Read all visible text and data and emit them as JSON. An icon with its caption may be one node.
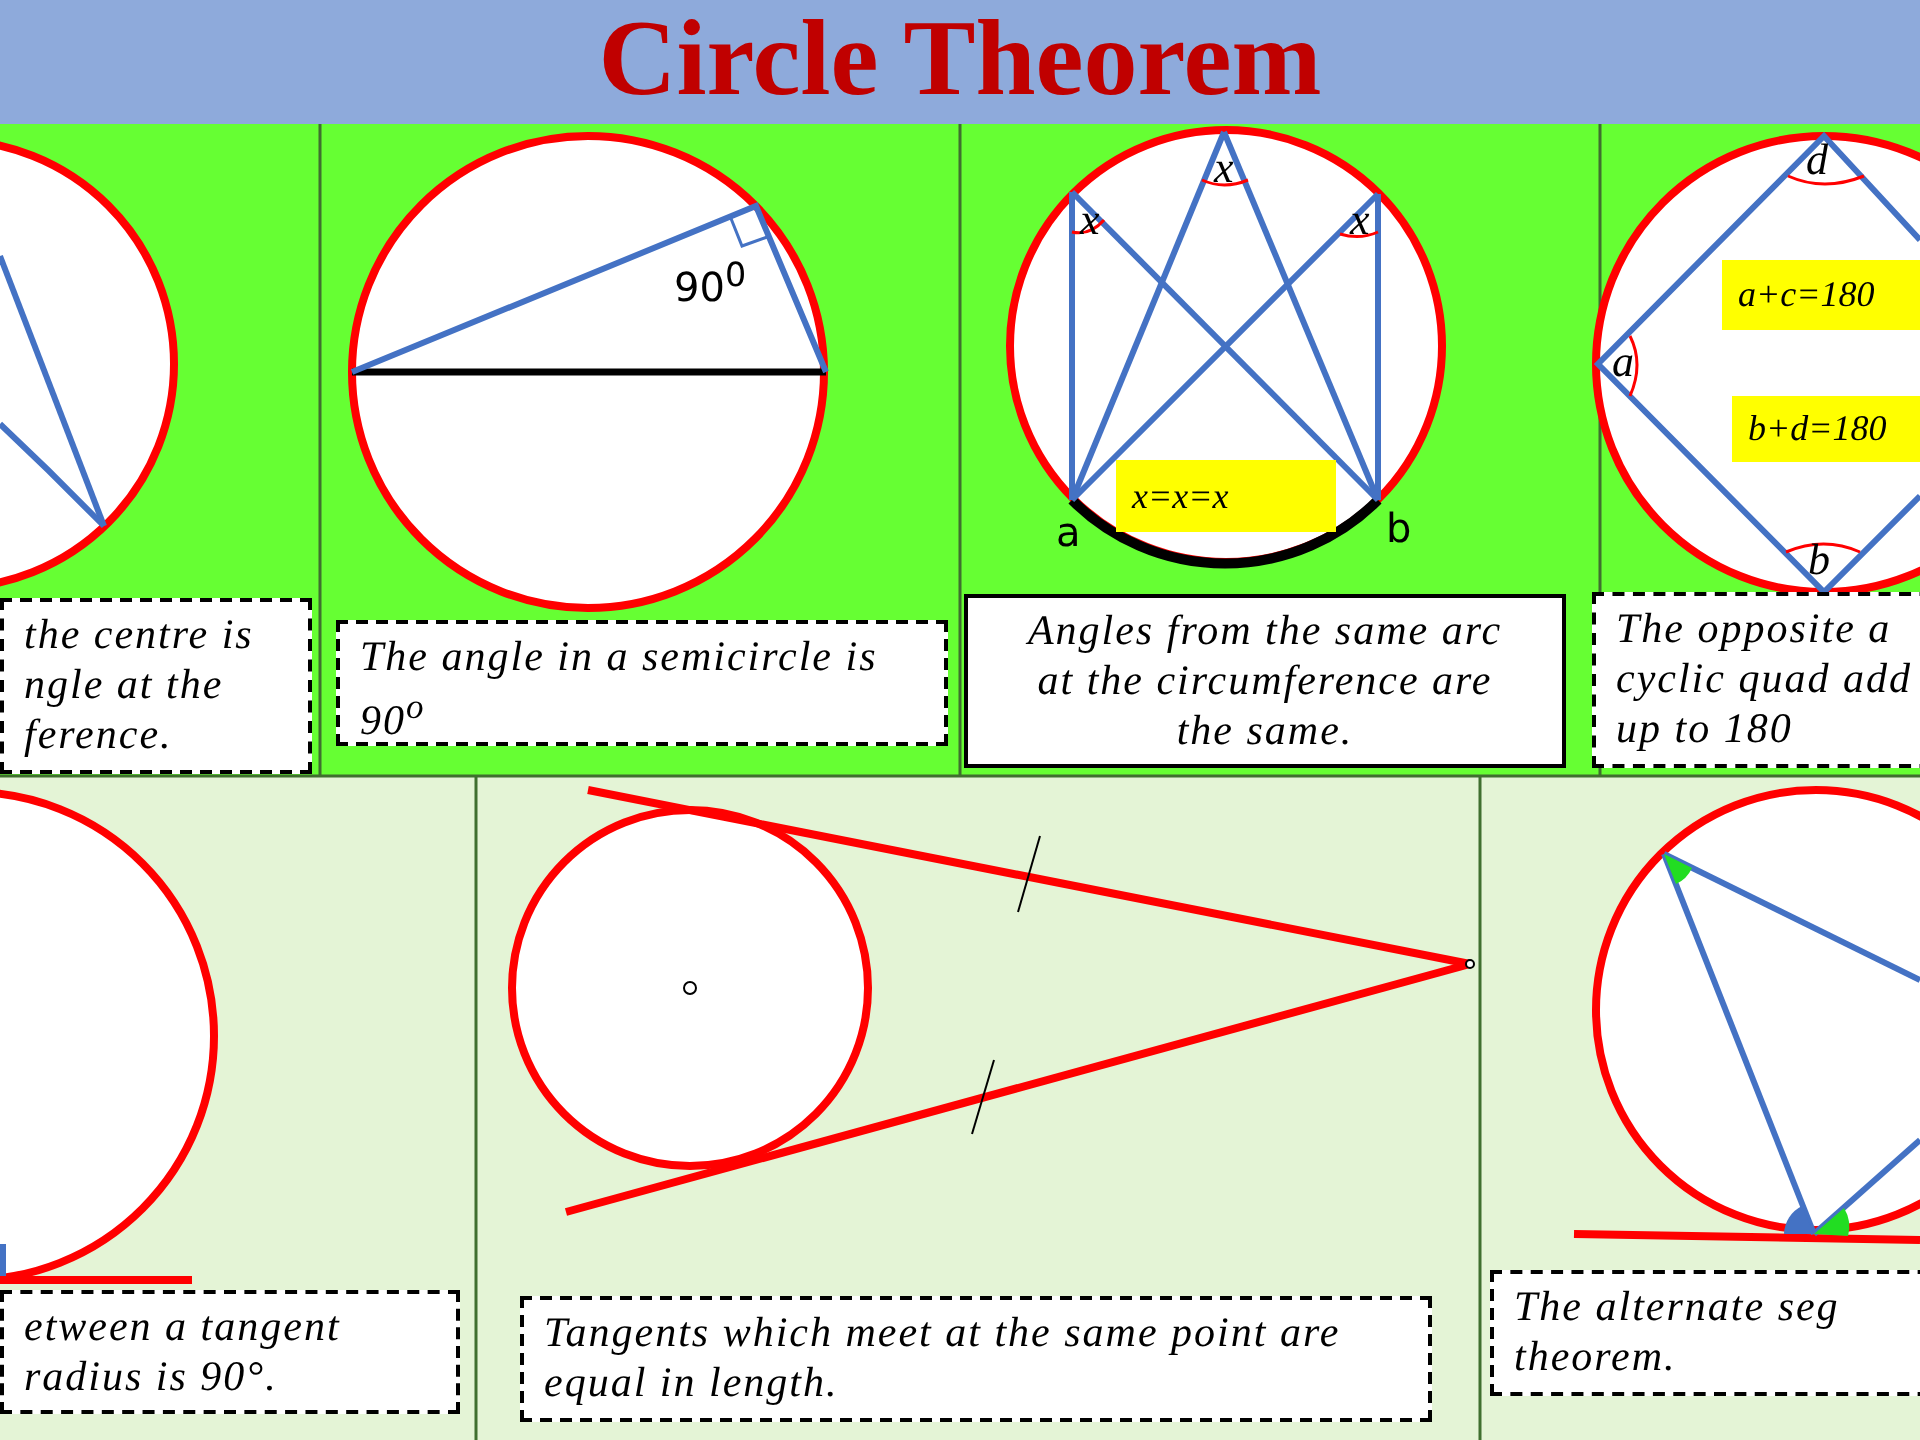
{
  "diagram": {
    "title": "Circle Theorem",
    "nodes": [
      {
        "text": [
          "the centre is ngle at the ference."
        ]
      },
      {
        "text": [
          "The angle in a semicircle is 90$^{o}$"
        ]
      },
      {
        "text": [
          "x=x=x"
        ]
      },
      {
        "text": [
          "Angles from the same arc at the circumference are the same."
        ]
      },
      {
        "text": [
          "a+c=180"
        ]
      },
      {
        "text": [
          "b+d=180"
        ]
      },
      {
        "text": [
          "The opposite a cyclic quad add up to 180"
        ]
      },
      {
        "text": [
          "etween a tangent radius is 90°."
        ]
      },
      {
        "text": [
          "Tangents which meet at the same point are equal in length."
        ]
      },
      {
        "text": [
          "The alternate seg theorem."
        ]
      }
    ],
    "labels": [
      "90$^{0}$",
      "x",
      "x",
      "x",
      "a",
      "b",
      "d",
      "a",
      "b"
    ]
  }
}
